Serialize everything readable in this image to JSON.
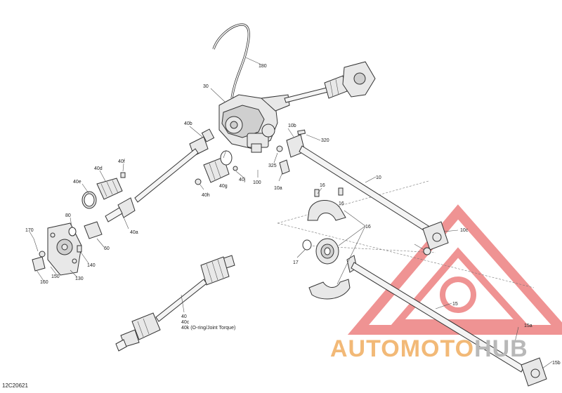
{
  "diagram": {
    "reference_code": "12C20621",
    "watermark": {
      "brand_left": "AUTOMOTO",
      "brand_right": "HUB"
    },
    "callouts": {
      "c30": "30",
      "c180": "180",
      "c40b": "40b",
      "c40f": "40f",
      "c40d": "40d",
      "c40e": "40e",
      "c40g": "40g",
      "c40h": "40h",
      "c40j": "40j",
      "c40a": "40a",
      "c100": "100",
      "c325": "325",
      "c10a": "10a",
      "c10b": "10b",
      "c320": "320",
      "c10": "10",
      "c16a": "16",
      "c16b": "16",
      "c16c": "16",
      "c170": "170",
      "c80": "80",
      "c60": "60",
      "c140": "140",
      "c150": "150",
      "c130": "130",
      "c160": "160",
      "c17": "17",
      "c10c": "10c",
      "c15a": "15a",
      "c15": "15",
      "c15b": "15b",
      "c40": "40",
      "c40c": "40c",
      "c40k": "40k (O-ring/Joint Torque)"
    },
    "colors": {
      "watermark_red": "#e23b3b",
      "watermark_orange": "#f2b977",
      "watermark_gray": "#b8b8b8",
      "line": "#333333"
    }
  }
}
